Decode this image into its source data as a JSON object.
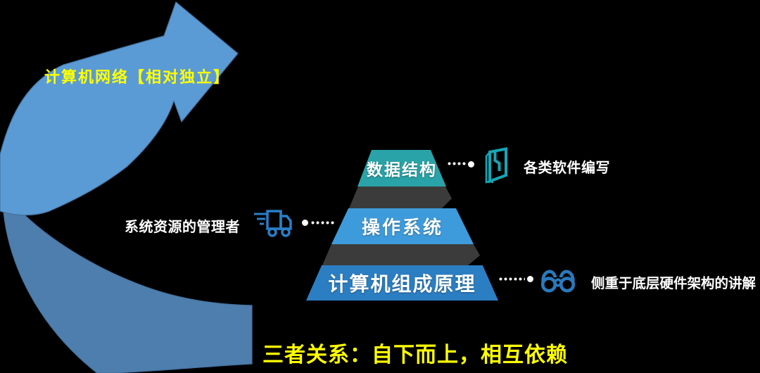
{
  "title": {
    "text": "计算机网络【相对独立】",
    "color": "#FFFF00"
  },
  "footer": {
    "text": "三者关系：自下而上，相互依赖",
    "color": "#FFFF00"
  },
  "arrow": {
    "body_color": "#5B9BD5",
    "tail_color": "#4E7EAD",
    "edge_color": "#43729F"
  },
  "pyramid": {
    "connector_color": "#3B3B3B",
    "levels": [
      {
        "label": "数据结构",
        "color": "#29A3A7",
        "text_color": "#FFFFFF"
      },
      {
        "label": "操作系统",
        "color": "#3E9BDB",
        "text_color": "#FFFFFF"
      },
      {
        "label": "计算机组成原理",
        "color": "#2C7EC3",
        "text_color": "#FFFFFF"
      }
    ]
  },
  "annotations": [
    {
      "text": "各类软件编写",
      "icon": "open-door-book-icon",
      "icon_color": "#16A5B5",
      "side": "right"
    },
    {
      "text": "系统资源的管理者",
      "icon": "delivery-truck-icon",
      "icon_color": "#2B7EC8",
      "side": "left"
    },
    {
      "text": "侧重于底层硬件架构的讲解",
      "icon": "binoculars-icon",
      "icon_color": "#2A79BC",
      "side": "right"
    }
  ],
  "dot_color": "#FFFFFF"
}
